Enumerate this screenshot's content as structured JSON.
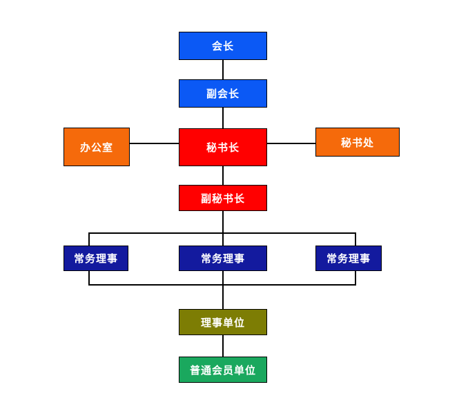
{
  "nodes": {
    "president": {
      "label": "会长",
      "color": "#0b59f5"
    },
    "vice_president": {
      "label": "副会长",
      "color": "#0b59f5"
    },
    "office": {
      "label": "办公室",
      "color": "#f56a0b"
    },
    "secretary_general": {
      "label": "秘书长",
      "color": "#ff0000"
    },
    "secretariat": {
      "label": "秘书处",
      "color": "#f56a0b"
    },
    "deputy_secretary_general": {
      "label": "副秘书长",
      "color": "#ff0000"
    },
    "executive_directors": [
      {
        "label": "常务理事",
        "color": "#131a9e"
      },
      {
        "label": "常务理事",
        "color": "#131a9e"
      },
      {
        "label": "常务理事",
        "color": "#131a9e"
      }
    ],
    "director_units": {
      "label": "理事单位",
      "color": "#7d7d04"
    },
    "general_member_units": {
      "label": "普通会员单位",
      "color": "#1aa85e"
    }
  }
}
